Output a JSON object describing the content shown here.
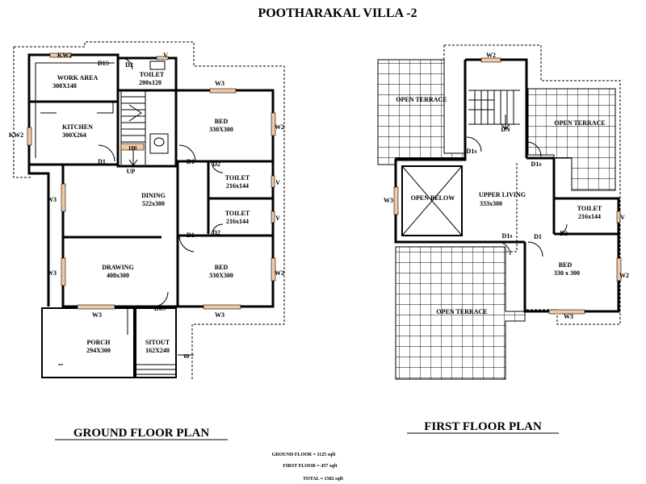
{
  "title": "POOTHARAKAL VILLA -2",
  "ground_floor": {
    "heading": "GROUND FLOOR PLAN",
    "rooms": {
      "work_area": {
        "name": "WORK AREA",
        "dim": "300X148"
      },
      "kitchen": {
        "name": "KITCHEN",
        "dim": "300X264"
      },
      "toilet": {
        "name": "TOILET",
        "dim": "200x120"
      },
      "bed_top": {
        "name": "BED",
        "dim": "330X300"
      },
      "toilet_a": {
        "name": "TOILET",
        "dim": "216x144"
      },
      "toilet_b": {
        "name": "TOILET",
        "dim": "216x144"
      },
      "dining": {
        "name": "DINING",
        "dim": "522x300"
      },
      "drawing": {
        "name": "DRAWING",
        "dim": "408x300"
      },
      "bed_bottom": {
        "name": "BED",
        "dim": "330X300"
      },
      "porch": {
        "name": "PORCH",
        "dim": "294X300"
      },
      "sitout": {
        "name": "SITOUT",
        "dim": "162X240"
      }
    },
    "tags": {
      "kw2_top": "KW2",
      "kw2_left": "KW2",
      "d1s": "D1S",
      "d2_top": "D2",
      "v_top": "V",
      "w3_top": "W3",
      "w2_bed": "W2",
      "d1_kitchen": "D1",
      "d1_bed": "D1",
      "d2_ta": "D2",
      "v_ta": "V",
      "v_tb": "V",
      "d1_bed2": "D1",
      "d2_tb": "D2",
      "w3_left_upper": "W3",
      "w3_left_lower": "W3",
      "w2_bed2": "W2",
      "w3_drawing": "W3",
      "d0s": "D0S",
      "w3_bed2": "W3",
      "up": "UP",
      "stair_width": "100",
      "sitout_edge": "60"
    }
  },
  "first_floor": {
    "heading": "FIRST  FLOOR PLAN",
    "rooms": {
      "open_terrace_tl": {
        "name": "OPEN TERRACE"
      },
      "open_terrace_tr": {
        "name": "OPEN TERRACE"
      },
      "open_below": {
        "name": "OPEN BELOW"
      },
      "upper_living": {
        "name": "UPPER LIVING",
        "dim": "333x300"
      },
      "toilet": {
        "name": "TOILET",
        "dim": "216x144"
      },
      "bed": {
        "name": "BED",
        "dim": "330 x 300"
      },
      "open_terrace_bottom": {
        "name": "OPEN TERRACE"
      }
    },
    "tags": {
      "w2_top": "W2",
      "dn": "DN",
      "d1s_left": "D1s",
      "d1s_right": "D1s",
      "w3_left": "W3",
      "v": "V",
      "d1s_mid": "D1s",
      "d1": "D1",
      "d2": "D2",
      "w2_right": "W2",
      "w3_bottom": "W3"
    }
  },
  "areas": {
    "ground": "GROUND FLOOR = 1125 sqft",
    "first": "FIRST FLOOR = 457 sqft",
    "total": "TOTAL = 1582  sqft"
  }
}
